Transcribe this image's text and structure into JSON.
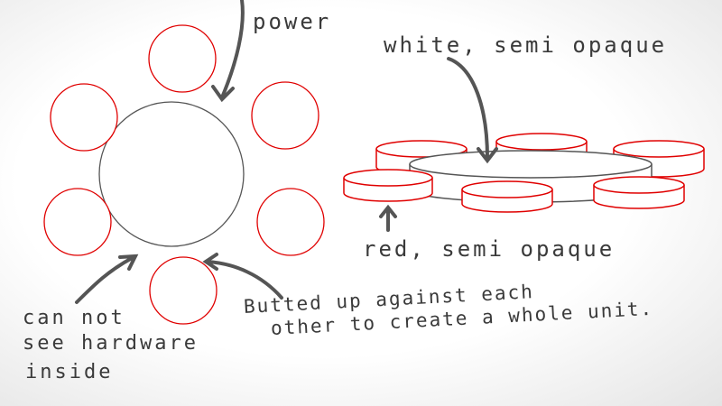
{
  "annotations": {
    "power": "power",
    "white_label": "white, semi opaque",
    "red_label": "red, semi opaque",
    "hardware_line1": "can not",
    "hardware_line2": "see hardware",
    "hardware_line3": "inside",
    "butted_line1": "Butted up against each",
    "butted_line2": "other to create a whole unit."
  },
  "colors": {
    "red": "#e00000",
    "ink": "#444444",
    "outline": "#555555"
  }
}
